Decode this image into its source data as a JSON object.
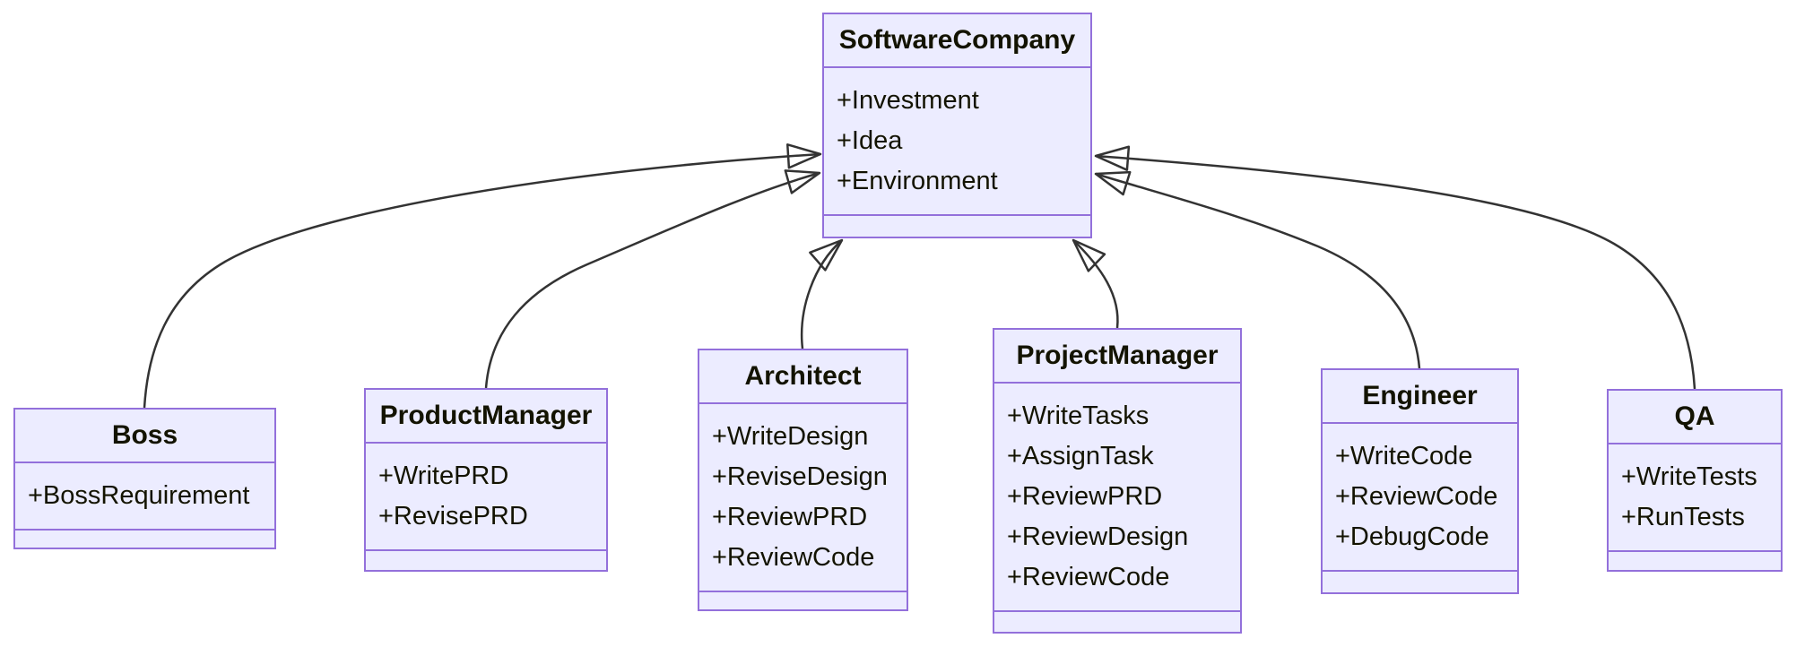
{
  "diagram": {
    "kind": "uml-class-diagram",
    "colors": {
      "background": "#ffffff",
      "node_fill": "#ECECFF",
      "node_border": "#9370DB",
      "edge_line": "#333333",
      "text": "#131300"
    },
    "classes": [
      {
        "name": "SoftwareCompany",
        "members": [
          "+Investment",
          "+Idea",
          "+Environment"
        ]
      },
      {
        "name": "Boss",
        "members": [
          "+BossRequirement"
        ]
      },
      {
        "name": "ProductManager",
        "members": [
          "+WritePRD",
          "+RevisePRD"
        ]
      },
      {
        "name": "Architect",
        "members": [
          "+WriteDesign",
          "+ReviseDesign",
          "+ReviewPRD",
          "+ReviewCode"
        ]
      },
      {
        "name": "ProjectManager",
        "members": [
          "+WriteTasks",
          "+AssignTask",
          "+ReviewPRD",
          "+ReviewDesign",
          "+ReviewCode"
        ]
      },
      {
        "name": "Engineer",
        "members": [
          "+WriteCode",
          "+ReviewCode",
          "+DebugCode"
        ]
      },
      {
        "name": "QA",
        "members": [
          "+WriteTests",
          "+RunTests"
        ]
      }
    ],
    "edges": [
      {
        "from": "Boss",
        "to": "SoftwareCompany",
        "type": "inheritance",
        "marker": "hollow-triangle"
      },
      {
        "from": "ProductManager",
        "to": "SoftwareCompany",
        "type": "inheritance",
        "marker": "hollow-triangle"
      },
      {
        "from": "Architect",
        "to": "SoftwareCompany",
        "type": "inheritance",
        "marker": "hollow-triangle"
      },
      {
        "from": "ProjectManager",
        "to": "SoftwareCompany",
        "type": "inheritance",
        "marker": "hollow-triangle"
      },
      {
        "from": "Engineer",
        "to": "SoftwareCompany",
        "type": "inheritance",
        "marker": "hollow-triangle"
      },
      {
        "from": "QA",
        "to": "SoftwareCompany",
        "type": "inheritance",
        "marker": "hollow-triangle"
      }
    ]
  }
}
